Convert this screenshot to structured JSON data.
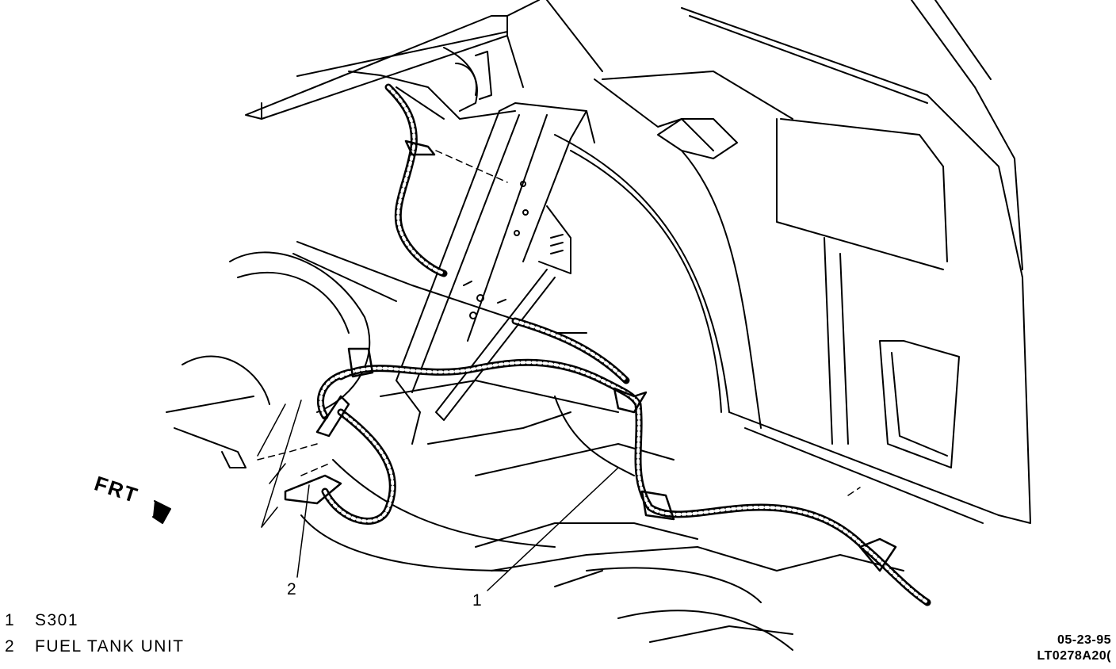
{
  "diagram": {
    "callouts": [
      {
        "number": "1"
      },
      {
        "number": "2"
      }
    ],
    "orientation_label": "FRT"
  },
  "legend": {
    "items": [
      {
        "number": "1",
        "text": "S301"
      },
      {
        "number": "2",
        "text": "FUEL TANK UNIT"
      }
    ]
  },
  "stamp": {
    "date": "05-23-95",
    "code": "LT0278A20("
  }
}
